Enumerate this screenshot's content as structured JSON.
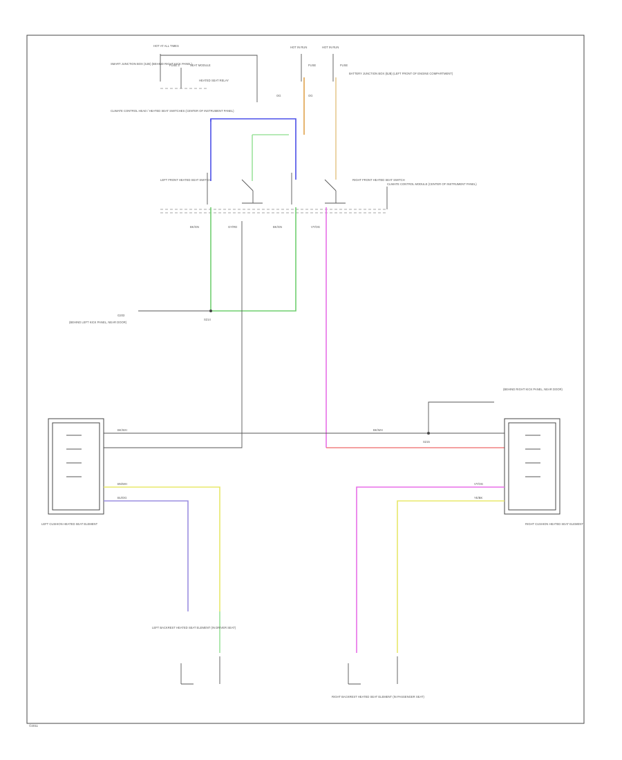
{
  "diagram": {
    "labels": {
      "hot_at_all_times_left": "HOT AT ALL TIMES",
      "fuse_left": "FUSE 3",
      "fuse_left_desc": "SMART JUNCTION BOX (SJB) (BEHIND RIGHT KICK PANEL)",
      "seat_module": "SEAT MODULE",
      "hot_run_1": "HOT IN RUN",
      "hot_run_2": "HOT IN RUN",
      "fuse_mid_1": "FUSE",
      "fuse_mid_2": "FUSE",
      "battery_junction": "BATTERY JUNCTION BOX (BJB) (LEFT FRONT OF ENGINE COMPARTMENT)",
      "heated_seat_relay": "HEATED SEAT RELAY",
      "climate_module": "CLIMATE CONTROL HEAD / HEATED SEAT SWITCHES (CENTER OF INSTRUMENT PANEL)",
      "left_heated_seat_switch": "LEFT FRONT HEATED SEAT SWITCH",
      "right_heated_seat_switch": "RIGHT FRONT HEATED SEAT SWITCH",
      "climate_right_desc": "CLIMATE CONTROL MODULE (CENTER OF INSTRUMENT PANEL)",
      "ground_left": "G203",
      "ground_left_desc": "(BEHIND LEFT KICK PANEL, NEAR DOOR)",
      "splice_left": "S214",
      "ground_right_desc": "(BEHIND RIGHT KICK PANEL, NEAR DOOR)",
      "splice_right": "S215",
      "left_cushion_element": "LEFT CUSHION HEATED SEAT ELEMENT",
      "right_cushion_element": "RIGHT CUSHION HEATED SEAT ELEMENT",
      "left_backrest": "LEFT BACKREST HEATED SEAT ELEMENT (IN DRIVER SEAT)",
      "right_backrest": "RIGHT BACKREST HEATED SEAT ELEMENT (IN PASSENGER SEAT)",
      "wire_bu_og": "BU/OG",
      "wire_bk_gn": "BK/GN",
      "wire_gy_rd": "GY/RD",
      "wire_og": "OG",
      "wire_bk_wh": "BK/WH",
      "wire_bn_wh": "BN/WH",
      "wire_vt_og": "VT/OG",
      "wire_ye_bk": "YE/BK",
      "footer": "©2011"
    },
    "wire_colors": {
      "blue": "#4a4ee8",
      "green": "#6fcf6f",
      "light_green": "#9de39d",
      "orange": "#e0a24a",
      "tan": "#e6c98f",
      "magenta": "#e86fe8",
      "pink_red": "#f08080",
      "yellow": "#e8e86a",
      "lavender": "#9a8ee0",
      "gray": "#888888"
    }
  }
}
